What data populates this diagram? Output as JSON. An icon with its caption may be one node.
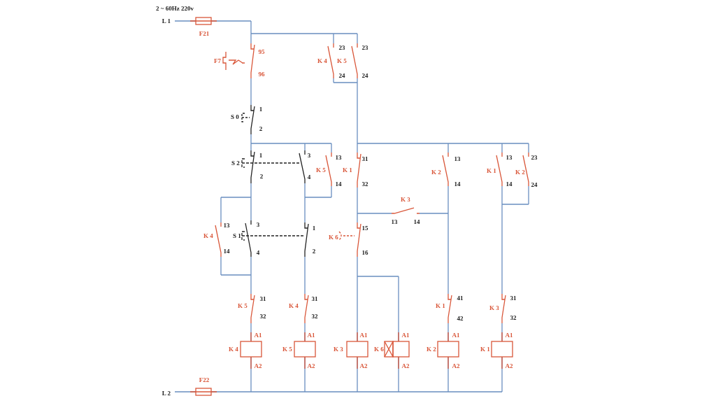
{
  "diagram": {
    "labels": [
      "2 ~ 60Hz 220v",
      "L 1",
      "F21",
      "23",
      "23",
      "95",
      "F7",
      "K 4",
      "K 5",
      "96",
      "24",
      "24",
      "S 0",
      "1",
      "2",
      "1",
      "3",
      "13",
      "31",
      "13",
      "13",
      "23",
      "S 2",
      "K 5",
      "K 1",
      "K 2",
      "K 1",
      "K 2",
      "2",
      "4",
      "14",
      "32",
      "14",
      "14",
      "24",
      "K 3",
      "13",
      "14",
      "13",
      "3",
      "1",
      "15",
      "K 4",
      "S 1",
      "K 6",
      "14",
      "4",
      "2",
      "16",
      "31",
      "31",
      "41",
      "31",
      "K 5",
      "K 4",
      "K 1",
      "K 3",
      "32",
      "32",
      "42",
      "32",
      "A1",
      "A1",
      "A1",
      "A1",
      "A1",
      "A1",
      "K 4",
      "K 5",
      "K 3",
      "K 6",
      "K 2",
      "K 1",
      "A2",
      "A2",
      "A2",
      "A2",
      "A2",
      "A2",
      "F22",
      "L 2"
    ]
  }
}
